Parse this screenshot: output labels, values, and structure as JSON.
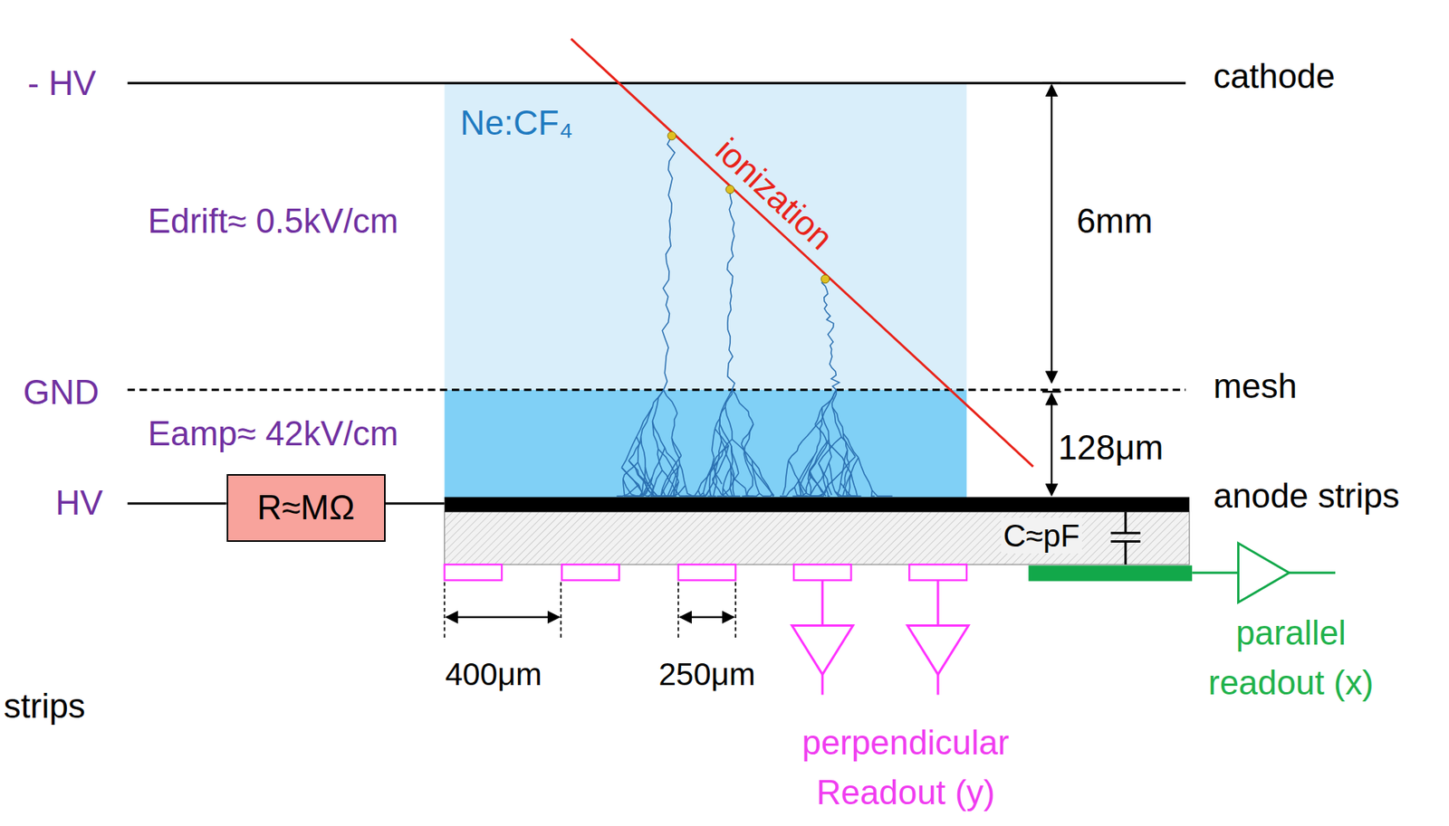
{
  "diagram": {
    "nodes": [
      {
        "text": [
          "Ne:CF₄"
        ]
      },
      {
        "text": [
          "R≈MΩ"
        ]
      }
    ],
    "labels": [
      "- HV",
      "GND",
      "HV",
      "cathode",
      "mesh",
      "anode strips",
      "Edrift≈ 0.5kV/cm",
      "Eamp≈ 42kV/cm",
      "ionization",
      "6mm",
      "128μm",
      "C≈pF",
      "400μm",
      "250μm",
      "perpendicular Readout (y)",
      "parallel readout (x)",
      "strips"
    ]
  }
}
